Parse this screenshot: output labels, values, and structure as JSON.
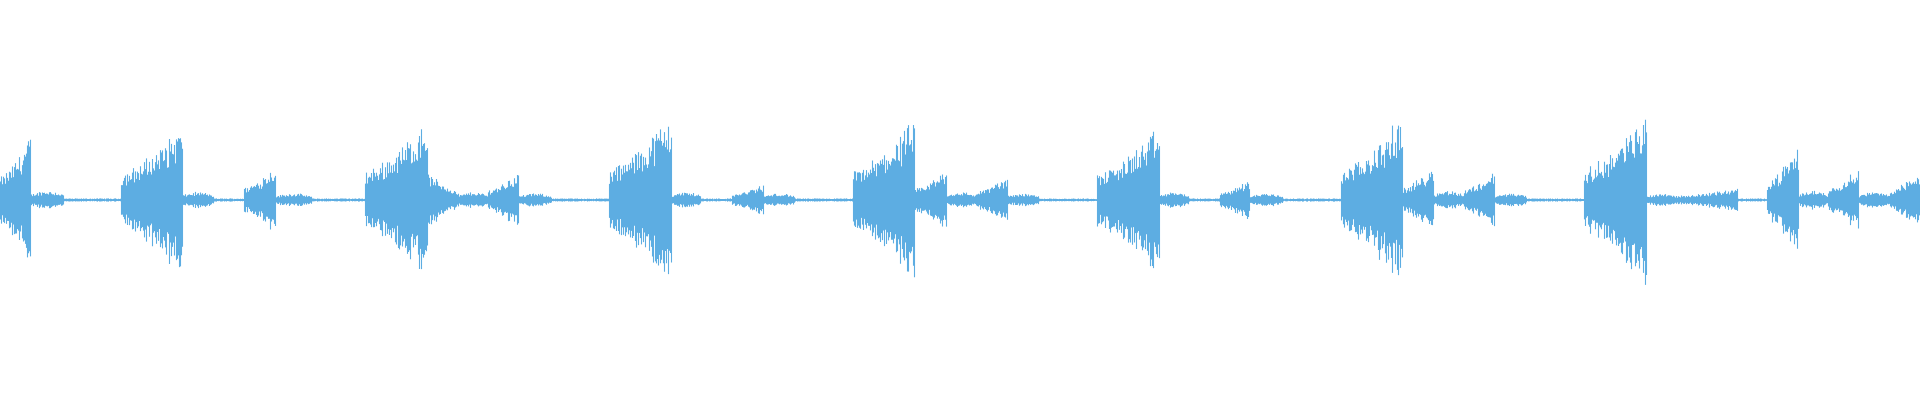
{
  "waveform": {
    "color": "#5DADE2",
    "background": "#FFFFFF",
    "amplitude_scale": 1.0,
    "bursts": [
      {
        "start": 0.0,
        "end": 0.0158,
        "peak": 0.5,
        "shape": "rise"
      },
      {
        "start": 0.0158,
        "end": 0.033,
        "peak": 0.07,
        "shape": "flat"
      },
      {
        "start": 0.063,
        "end": 0.095,
        "peak": 0.58,
        "shape": "rise"
      },
      {
        "start": 0.095,
        "end": 0.111,
        "peak": 0.06,
        "shape": "flat"
      },
      {
        "start": 0.127,
        "end": 0.1435,
        "peak": 0.27,
        "shape": "rise"
      },
      {
        "start": 0.1435,
        "end": 0.162,
        "peak": 0.05,
        "shape": "flat"
      },
      {
        "start": 0.19,
        "end": 0.2225,
        "peak": 0.62,
        "shape": "rise"
      },
      {
        "start": 0.2225,
        "end": 0.239,
        "peak": 0.2,
        "shape": "decay"
      },
      {
        "start": 0.239,
        "end": 0.254,
        "peak": 0.06,
        "shape": "flat"
      },
      {
        "start": 0.254,
        "end": 0.27,
        "peak": 0.22,
        "shape": "rise"
      },
      {
        "start": 0.27,
        "end": 0.287,
        "peak": 0.05,
        "shape": "flat"
      },
      {
        "start": 0.317,
        "end": 0.3495,
        "peak": 0.66,
        "shape": "rise"
      },
      {
        "start": 0.3495,
        "end": 0.365,
        "peak": 0.06,
        "shape": "flat"
      },
      {
        "start": 0.381,
        "end": 0.3975,
        "peak": 0.12,
        "shape": "rise"
      },
      {
        "start": 0.3975,
        "end": 0.414,
        "peak": 0.05,
        "shape": "flat"
      },
      {
        "start": 0.444,
        "end": 0.4765,
        "peak": 0.61,
        "shape": "rise"
      },
      {
        "start": 0.4765,
        "end": 0.493,
        "peak": 0.24,
        "shape": "rise"
      },
      {
        "start": 0.493,
        "end": 0.508,
        "peak": 0.06,
        "shape": "flat"
      },
      {
        "start": 0.508,
        "end": 0.5245,
        "peak": 0.18,
        "shape": "rise"
      },
      {
        "start": 0.5245,
        "end": 0.541,
        "peak": 0.05,
        "shape": "flat"
      },
      {
        "start": 0.571,
        "end": 0.604,
        "peak": 0.56,
        "shape": "rise"
      },
      {
        "start": 0.604,
        "end": 0.619,
        "peak": 0.06,
        "shape": "flat"
      },
      {
        "start": 0.635,
        "end": 0.651,
        "peak": 0.16,
        "shape": "rise"
      },
      {
        "start": 0.651,
        "end": 0.668,
        "peak": 0.05,
        "shape": "flat"
      },
      {
        "start": 0.698,
        "end": 0.7305,
        "peak": 0.63,
        "shape": "rise"
      },
      {
        "start": 0.7305,
        "end": 0.7465,
        "peak": 0.26,
        "shape": "rise"
      },
      {
        "start": 0.7465,
        "end": 0.762,
        "peak": 0.07,
        "shape": "flat"
      },
      {
        "start": 0.762,
        "end": 0.7785,
        "peak": 0.22,
        "shape": "rise"
      },
      {
        "start": 0.7785,
        "end": 0.795,
        "peak": 0.05,
        "shape": "flat"
      },
      {
        "start": 0.825,
        "end": 0.8575,
        "peak": 0.66,
        "shape": "rise"
      },
      {
        "start": 0.8575,
        "end": 0.8735,
        "peak": 0.05,
        "shape": "flat"
      },
      {
        "start": 0.8735,
        "end": 0.905,
        "peak": 0.09,
        "shape": "rise"
      },
      {
        "start": 0.92,
        "end": 0.9365,
        "peak": 0.4,
        "shape": "rise"
      },
      {
        "start": 0.9365,
        "end": 0.952,
        "peak": 0.07,
        "shape": "flat"
      },
      {
        "start": 0.952,
        "end": 0.968,
        "peak": 0.25,
        "shape": "rise"
      },
      {
        "start": 0.968,
        "end": 0.984,
        "peak": 0.06,
        "shape": "flat"
      },
      {
        "start": 0.984,
        "end": 1.0,
        "peak": 0.22,
        "shape": "rise"
      }
    ],
    "baseline_amplitude": 0.012
  }
}
